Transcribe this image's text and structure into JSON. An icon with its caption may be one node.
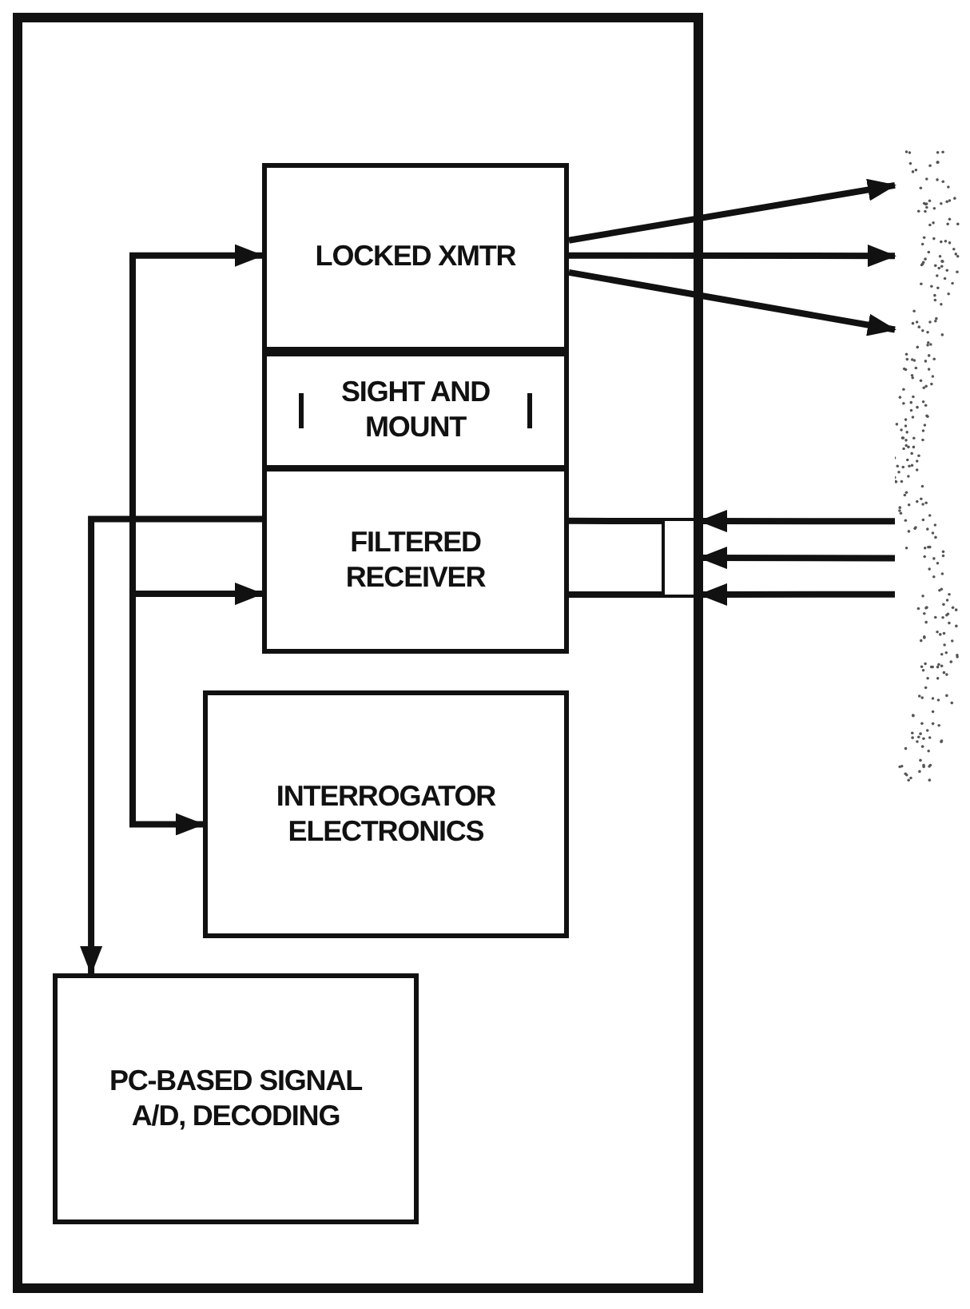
{
  "diagram": {
    "nodes": [
      {
        "text": [],
        "shape": "box"
      },
      {
        "text": [
          "LOCKED XMTR"
        ],
        "in": 0
      },
      {
        "text": [
          "SIGHT AND MOUNT"
        ],
        "in": 0
      },
      {
        "text": [
          "FILTERED RECEIVER"
        ],
        "in": 0
      },
      {
        "text": [
          "INTERROGATOR ELECTRONICS"
        ],
        "in": 0
      },
      {
        "text": [
          "PC-BASED SIGNAL A/D, DECODING"
        ],
        "in": 0
      },
      {
        "text": [],
        "shape": "box",
        "in": 0
      },
      {
        "text": [],
        "shape": "picture"
      }
    ],
    "edges": [
      {
        "from": null,
        "to": 1,
        "arrow": "to"
      },
      {
        "from": null,
        "to": 3,
        "arrow": "to"
      },
      {
        "from": null,
        "to": 4,
        "arrow": "to"
      },
      {
        "from": 3,
        "to": 5,
        "arrow": "to"
      },
      {
        "from": 1,
        "to": 7,
        "arrow": "to"
      },
      {
        "from": 1,
        "to": 7,
        "arrow": "to"
      },
      {
        "from": 1,
        "to": 7,
        "arrow": "to"
      },
      {
        "from": 7,
        "to": 6,
        "arrow": "to"
      },
      {
        "from": 7,
        "to": 6,
        "arrow": "to"
      },
      {
        "from": 7,
        "to": 6,
        "arrow": "to"
      },
      {
        "from": 6,
        "to": 3,
        "arrow": "none"
      },
      {
        "from": 6,
        "to": 3,
        "arrow": "none"
      }
    ]
  }
}
